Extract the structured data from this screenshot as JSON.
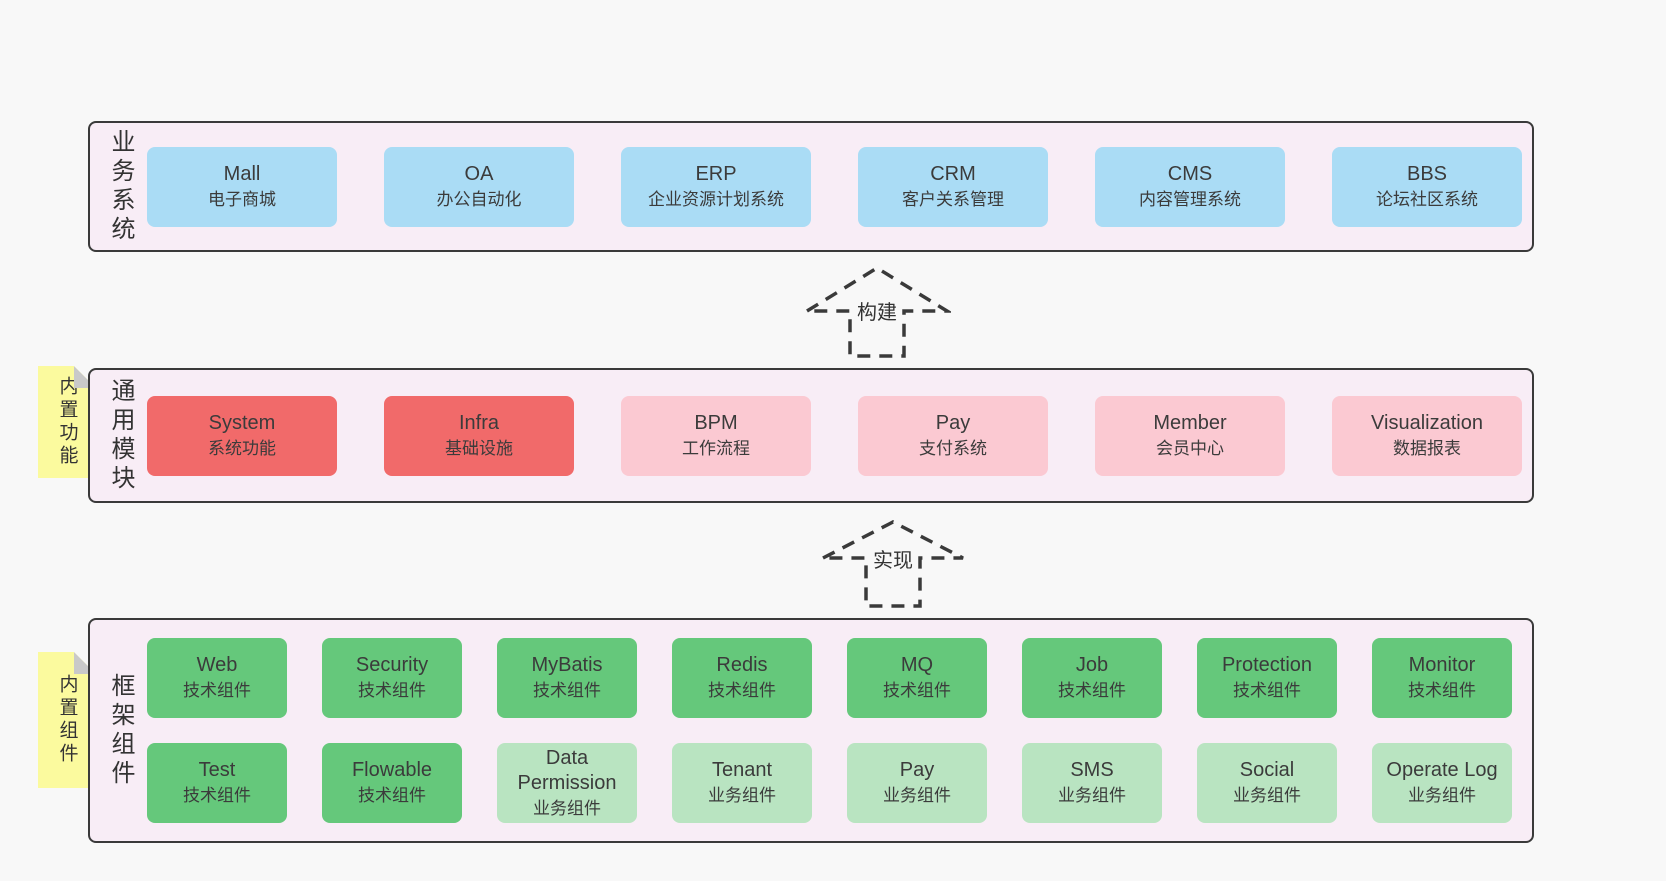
{
  "colors": {
    "page_bg": "#f8f8f8",
    "layer_bg": "#f8edf6",
    "layer_border": "#3a3a3a",
    "blue_box": "#aadcf5",
    "red_box": "#f16a6a",
    "pink_box": "#fbc9d2",
    "green_box": "#65c87b",
    "light_green_box": "#b9e4c1",
    "sticky_note": "#fbfa9e",
    "note_fold": "#c9c9c9",
    "text": "#3b3b3b"
  },
  "arrows": [
    {
      "label": "构建"
    },
    {
      "label": "实现"
    }
  ],
  "layers": [
    {
      "id": "business-systems",
      "label": "业务系统",
      "boxes": [
        {
          "title": "Mall",
          "subtitle": "电子商城",
          "variant": "blue"
        },
        {
          "title": "OA",
          "subtitle": "办公自动化",
          "variant": "blue"
        },
        {
          "title": "ERP",
          "subtitle": "企业资源计划系统",
          "variant": "blue"
        },
        {
          "title": "CRM",
          "subtitle": "客户关系管理",
          "variant": "blue"
        },
        {
          "title": "CMS",
          "subtitle": "内容管理系统",
          "variant": "blue"
        },
        {
          "title": "BBS",
          "subtitle": "论坛社区系统",
          "variant": "blue"
        }
      ]
    },
    {
      "id": "common-modules",
      "label": "通用模块",
      "note": "内置功能",
      "boxes": [
        {
          "title": "System",
          "subtitle": "系统功能",
          "variant": "red"
        },
        {
          "title": "Infra",
          "subtitle": "基础设施",
          "variant": "red"
        },
        {
          "title": "BPM",
          "subtitle": "工作流程",
          "variant": "pink"
        },
        {
          "title": "Pay",
          "subtitle": "支付系统",
          "variant": "pink"
        },
        {
          "title": "Member",
          "subtitle": "会员中心",
          "variant": "pink"
        },
        {
          "title": "Visualization",
          "subtitle": "数据报表",
          "variant": "pink"
        }
      ]
    },
    {
      "id": "framework-components",
      "label": "框架组件",
      "note": "内置组件",
      "rows": [
        [
          {
            "title": "Web",
            "subtitle": "技术组件",
            "variant": "green"
          },
          {
            "title": "Security",
            "subtitle": "技术组件",
            "variant": "green"
          },
          {
            "title": "MyBatis",
            "subtitle": "技术组件",
            "variant": "green"
          },
          {
            "title": "Redis",
            "subtitle": "技术组件",
            "variant": "green"
          },
          {
            "title": "MQ",
            "subtitle": "技术组件",
            "variant": "green"
          },
          {
            "title": "Job",
            "subtitle": "技术组件",
            "variant": "green"
          },
          {
            "title": "Protection",
            "subtitle": "技术组件",
            "variant": "green"
          },
          {
            "title": "Monitor",
            "subtitle": "技术组件",
            "variant": "green"
          }
        ],
        [
          {
            "title": "Test",
            "subtitle": "技术组件",
            "variant": "green"
          },
          {
            "title": "Flowable",
            "subtitle": "技术组件",
            "variant": "green"
          },
          {
            "title": "Data Permission",
            "subtitle": "业务组件",
            "variant": "lightgreen"
          },
          {
            "title": "Tenant",
            "subtitle": "业务组件",
            "variant": "lightgreen"
          },
          {
            "title": "Pay",
            "subtitle": "业务组件",
            "variant": "lightgreen"
          },
          {
            "title": "SMS",
            "subtitle": "业务组件",
            "variant": "lightgreen"
          },
          {
            "title": "Social",
            "subtitle": "业务组件",
            "variant": "lightgreen"
          },
          {
            "title": "Operate Log",
            "subtitle": "业务组件",
            "variant": "lightgreen"
          }
        ]
      ]
    }
  ]
}
